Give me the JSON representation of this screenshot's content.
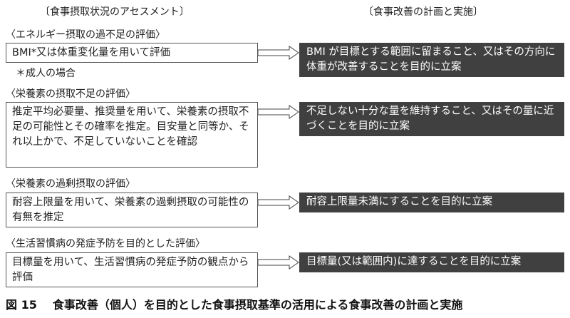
{
  "headers": {
    "assessment": "〔食事摂取状況のアセスメント〕",
    "plan": "〔食事改善の計画と実施〕"
  },
  "sections": [
    {
      "title": "〈エネルギー摂取の過不足の評価〉",
      "assessment_text": "BMI*又は体重変化量を用いて評価",
      "note": "＊成人の場合",
      "plan_text": "BMI が目標とする範囲に留まること、又はその方向に体重が改善することを目的に立案"
    },
    {
      "title": "〈栄養素の摂取不足の評価〉",
      "assessment_text": "推定平均必要量、推奨量を用いて、栄養素の摂取不足の可能性とその確率を推定。目安量と同等か、それ以上かで、不足していないことを確認",
      "plan_text": "不足しない十分な量を維持すること、又はその量に近づくことを目的に立案"
    },
    {
      "title": "〈栄養素の過剰摂取の評価〉",
      "assessment_text": "耐容上限量を用いて、栄養素の過剰摂取の可能性の有無を推定",
      "plan_text": "耐容上限量未満にすることを目的に立案"
    },
    {
      "title": "〈生活習慣病の発症予防を目的とした評価〉",
      "assessment_text": "目標量を用いて、生活習慣病の発症予防の観点から評価",
      "plan_text": "目標量(又は範囲内)に達することを目的に立案"
    }
  ],
  "caption": {
    "number": "図 15",
    "text": "食事改善（個人）を目的とした食事摂取基準の活用による食事改善の計画と実施"
  }
}
